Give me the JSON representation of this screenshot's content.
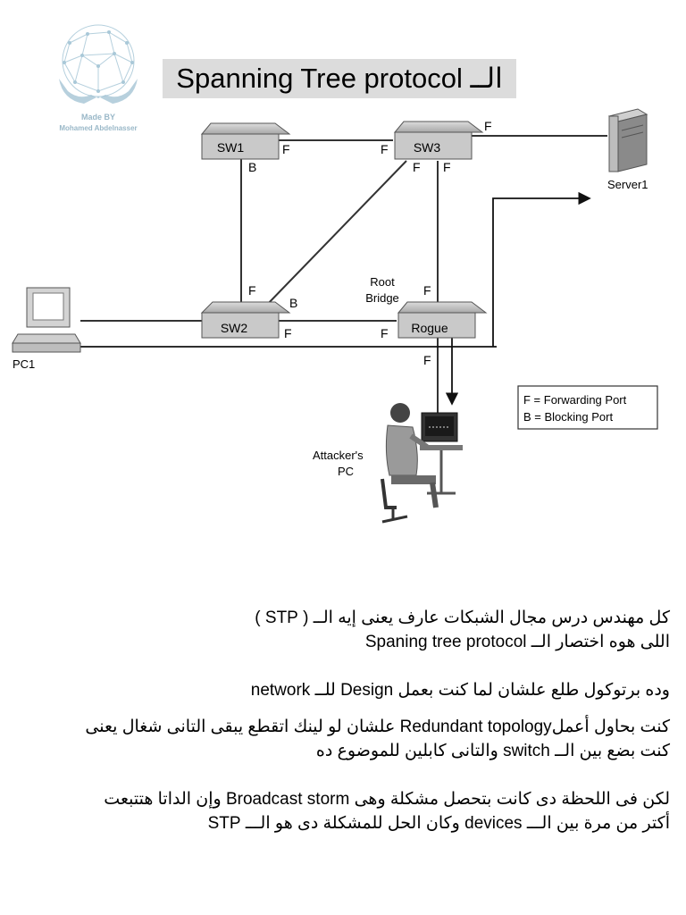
{
  "logo": {
    "line1": "Made BY",
    "line2": "Mohamed Abdelnasser",
    "color": "#8fb7cf"
  },
  "title": "الــ  Spanning Tree protocol",
  "diagram": {
    "switches": {
      "sw1": "SW1",
      "sw3": "SW3",
      "sw2": "SW2",
      "rogue": "Rogue"
    },
    "devices": {
      "server": "Server1",
      "pc1": "PC1",
      "attacker_line1": "Attacker's",
      "attacker_line2": "PC",
      "root_line1": "Root",
      "root_line2": "Bridge"
    },
    "port_labels": {
      "forwarding": "F",
      "blocking": "B"
    },
    "legend": {
      "line1": "F = Forwarding Port",
      "line2": "B = Blocking Port"
    }
  },
  "paragraphs": [
    "كل مهندس درس مجال الشبكات عارف يعنى إيه الــ  ( STP )",
    "اللى هوه اختصار الــ   Spaning tree protocol",
    "",
    "وده برتوكول طلع علشان لما كنت بعمل Design للــ network",
    "كنت بحاول أعملRedundant topology علشان لو لينك اتقطع يبقى التانى شغال يعنى",
    "كنت بضع بين الــ switch والتانى كابلين للموضوع ده",
    "",
    "لكن فى اللحظة دى كانت بتحصل مشكلة وهى Broadcast storm وإن الداتا هتتبعت",
    "أكتر من مرة بين الـــ devices وكان الحل للمشكلة دى هو الـــ  STP"
  ]
}
